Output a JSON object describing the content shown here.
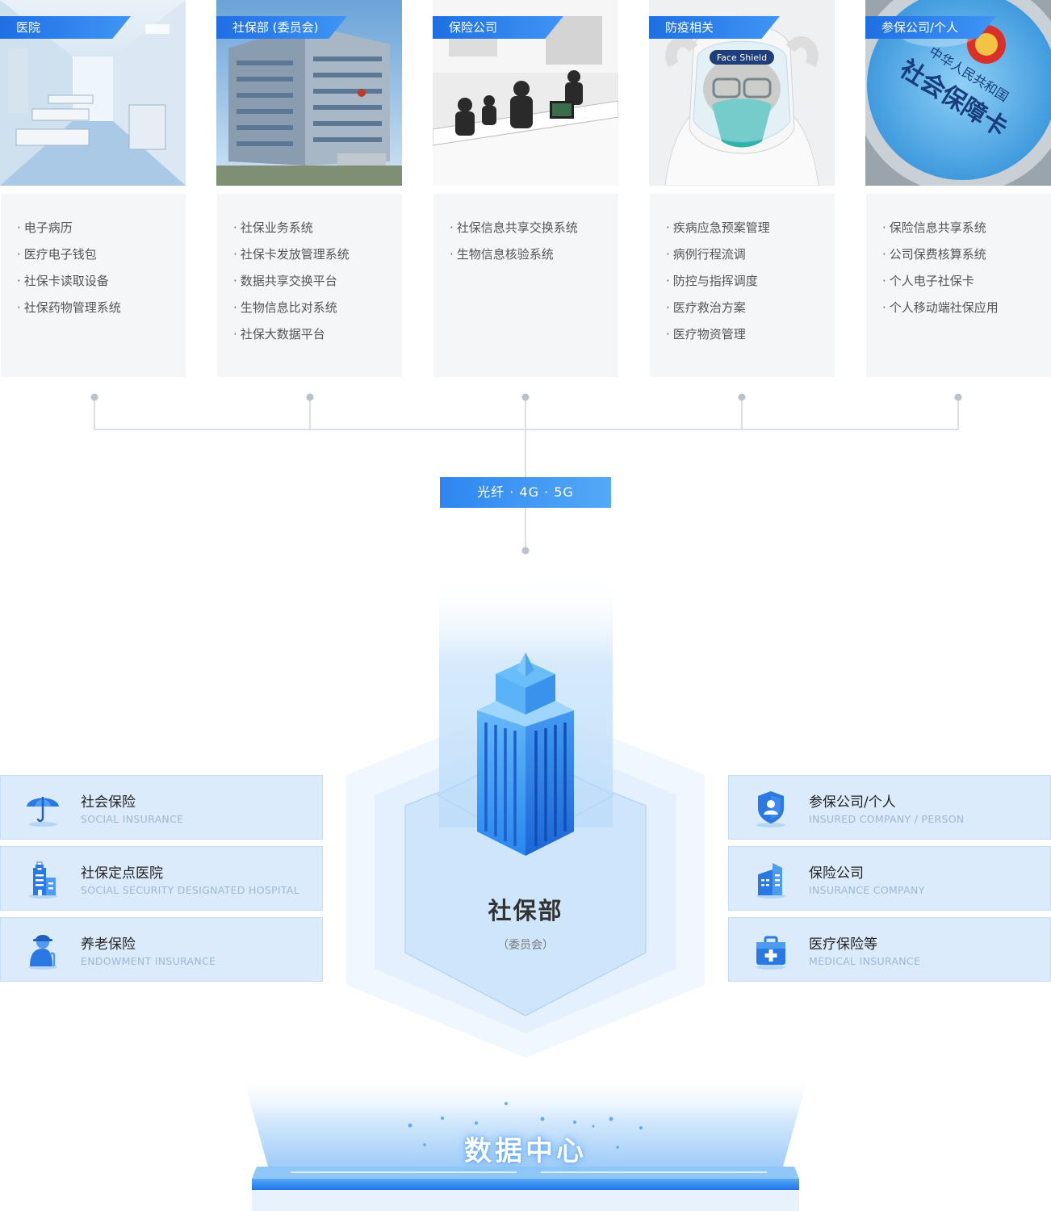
{
  "cards": [
    {
      "tag": "医院",
      "items": [
        "电子病历",
        "医疗电子钱包",
        "社保卡读取设备",
        "社保药物管理系统"
      ]
    },
    {
      "tag": "社保部 (委员会)",
      "items": [
        "社保业务系统",
        "社保卡发放管理系统",
        "数据共享交换平台",
        "生物信息比对系统",
        "社保大数据平台"
      ]
    },
    {
      "tag": "保险公司",
      "items": [
        "社保信息共享交换系统",
        "生物信息核验系统"
      ]
    },
    {
      "tag": "防疫相关",
      "items": [
        "疾病应急预案管理",
        "病例行程流调",
        "防控与指挥调度",
        "医疗救治方案",
        "医疗物资管理"
      ]
    },
    {
      "tag": "参保公司/个人",
      "items": [
        "保险信息共享系统",
        "公司保费核算系统",
        "个人电子社保卡",
        "个人移动端社保应用"
      ]
    }
  ],
  "photo_texts": {
    "face_shield": "Face Shield",
    "card_line1": "中华人民共和国",
    "card_line2": "社会保障卡"
  },
  "network_label": "光纤 · 4G · 5G",
  "left_boxes": [
    {
      "title": "社会保险",
      "subtitle": "SOCIAL INSURANCE",
      "icon": "umbrella-icon"
    },
    {
      "title": "社保定点医院",
      "subtitle": "SOCIAL SECURITY DESIGNATED HOSPITAL",
      "icon": "hospital-icon"
    },
    {
      "title": "养老保险",
      "subtitle": "ENDOWMENT INSURANCE",
      "icon": "elderly-person-icon"
    }
  ],
  "right_boxes": [
    {
      "title": "参保公司/个人",
      "subtitle": "INSURED COMPANY / PERSON",
      "icon": "shield-user-icon"
    },
    {
      "title": "保险公司",
      "subtitle": "INSURANCE COMPANY",
      "icon": "company-building-icon"
    },
    {
      "title": "医疗保险等",
      "subtitle": "MEDICAL INSURANCE",
      "icon": "medical-kit-icon"
    }
  ],
  "center": {
    "title": "社保部",
    "subtitle": "（委员会）"
  },
  "data_center": {
    "title": "数据中心"
  },
  "colors": {
    "accent": "#2d86f0",
    "box_bg": "#dcebfb",
    "list_bg": "#f5f6f8"
  }
}
